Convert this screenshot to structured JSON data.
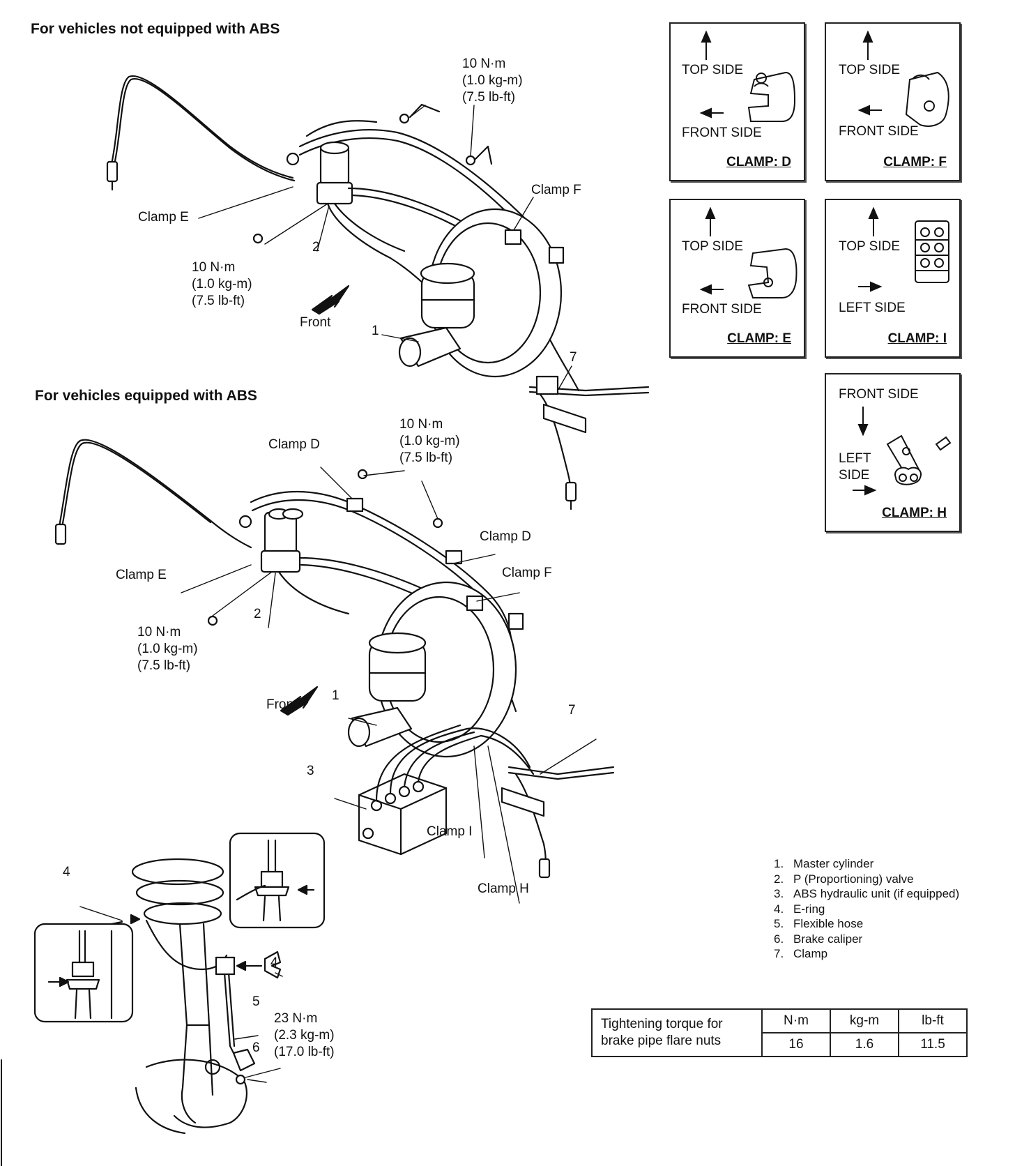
{
  "headings": {
    "no_abs": "For vehicles not equipped with ABS",
    "abs": "For vehicles equipped with ABS"
  },
  "top_diagram": {
    "torque_top": [
      "10 N·m",
      "(1.0 kg-m)",
      "(7.5 lb-ft)"
    ],
    "torque_left": [
      "10 N·m",
      "(1.0 kg-m)",
      "(7.5 lb-ft)"
    ],
    "labels": {
      "clamp_e": "Clamp E",
      "clamp_f": "Clamp F",
      "front": "Front",
      "n1": "1",
      "n2": "2",
      "n7": "7"
    }
  },
  "abs_diagram": {
    "torque_top": [
      "10 N·m",
      "(1.0 kg-m)",
      "(7.5 lb-ft)"
    ],
    "torque_left": [
      "10 N·m",
      "(1.0 kg-m)",
      "(7.5 lb-ft)"
    ],
    "labels": {
      "clamp_d_top": "Clamp D",
      "clamp_d_right": "Clamp D",
      "clamp_e": "Clamp E",
      "clamp_f": "Clamp F",
      "clamp_i": "Clamp I",
      "clamp_h": "Clamp H",
      "front": "Front",
      "n1": "1",
      "n2": "2",
      "n3": "3",
      "n7": "7"
    }
  },
  "strut_diagram": {
    "labels": {
      "n4a": "4",
      "n4b": "4",
      "n5": "5",
      "n6": "6"
    },
    "torque": [
      "23 N·m",
      "(2.3 kg-m)",
      "(17.0 lb-ft)"
    ]
  },
  "clamp_boxes": [
    {
      "id": "d",
      "line1": "TOP SIDE",
      "line2": "FRONT SIDE",
      "name": "CLAMP: D"
    },
    {
      "id": "f",
      "line1": "TOP SIDE",
      "line2": "FRONT SIDE",
      "name": "CLAMP: F"
    },
    {
      "id": "e",
      "line1": "TOP SIDE",
      "line2": "FRONT SIDE",
      "name": "CLAMP: E"
    },
    {
      "id": "i",
      "line1": "TOP SIDE",
      "line2": "LEFT SIDE",
      "name": "CLAMP: I"
    },
    {
      "id": "h",
      "line1": "FRONT SIDE",
      "line2a": "LEFT",
      "line2b": "SIDE",
      "name": "CLAMP: H"
    }
  ],
  "legend": [
    {
      "num": "1.",
      "text": "Master cylinder"
    },
    {
      "num": "2.",
      "text": "P (Proportioning) valve"
    },
    {
      "num": "3.",
      "text": "ABS hydraulic unit (if equipped)"
    },
    {
      "num": "4.",
      "text": "E-ring"
    },
    {
      "num": "5.",
      "text": "Flexible hose"
    },
    {
      "num": "6.",
      "text": "Brake caliper"
    },
    {
      "num": "7.",
      "text": "Clamp"
    }
  ],
  "torque_table": {
    "desc_line1": "Tightening torque for",
    "desc_line2": "brake pipe flare nuts",
    "headers": [
      "N·m",
      "kg-m",
      "lb-ft"
    ],
    "values": [
      "16",
      "1.6",
      "11.5"
    ]
  }
}
